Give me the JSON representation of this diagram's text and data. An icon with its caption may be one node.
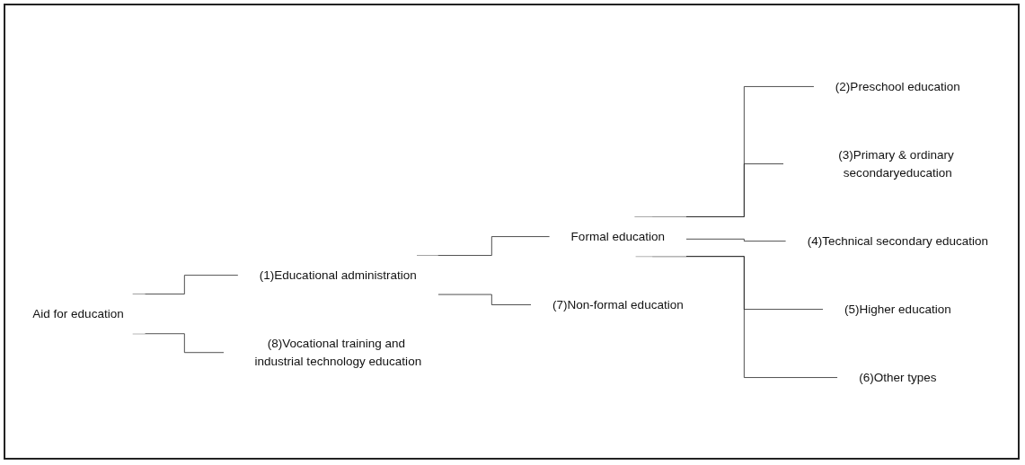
{
  "diagram": {
    "nodes": [
      {
        "text": [
          "Aid for education"
        ]
      },
      {
        "text": [
          "(1)Educational administration"
        ]
      },
      {
        "text": [
          "Formal education"
        ]
      },
      {
        "text": [
          "(2)Preschool education"
        ]
      },
      {
        "text": [
          "(3)Primary & ordinary secondaryeducation"
        ]
      },
      {
        "text": [
          "(4)Technical secondary education"
        ]
      },
      {
        "text": [
          "(5)Higher education"
        ]
      },
      {
        "text": [
          "(6)Other types"
        ]
      },
      {
        "text": [
          "(7)Non-formal education"
        ]
      },
      {
        "text": [
          "(8)Vocational training and industrial technology education"
        ]
      }
    ],
    "edges": [
      {
        "from": 0,
        "to": 1,
        "arrow": "none"
      },
      {
        "from": 0,
        "to": 9,
        "arrow": "none"
      },
      {
        "from": 1,
        "to": 2,
        "arrow": "none"
      },
      {
        "from": 1,
        "to": 8,
        "arrow": "none"
      },
      {
        "from": 2,
        "to": 3,
        "arrow": "none"
      },
      {
        "from": 2,
        "to": 4,
        "arrow": "none"
      },
      {
        "from": 2,
        "to": 5,
        "arrow": "none"
      },
      {
        "from": 2,
        "to": 6,
        "arrow": "none"
      },
      {
        "from": 2,
        "to": 7,
        "arrow": "none"
      }
    ]
  }
}
